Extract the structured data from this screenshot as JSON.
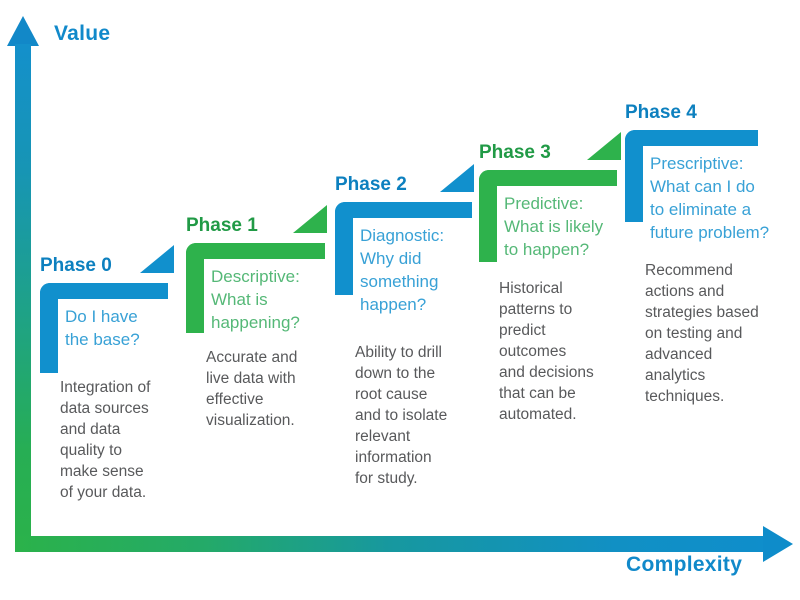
{
  "diagram": {
    "y_axis": {
      "label": "Value"
    },
    "x_axis": {
      "label": "Complexity"
    }
  },
  "colors": {
    "blue": "#1190cd",
    "blue_dark": "#0d80bf",
    "blue_light": "#38a1d6",
    "green": "#2eb24c",
    "green_dark": "#219a46",
    "green_light": "#55b877",
    "description_text": "#58595b"
  },
  "phases": [
    {
      "title": "Phase 0",
      "color": "blue",
      "question": "Do I have\nthe base?",
      "description": "Integration of\ndata sources\nand data\nquality to\nmake sense\nof your data."
    },
    {
      "title": "Phase 1",
      "color": "green",
      "question": "Descriptive:\nWhat is\nhappening?",
      "description": "Accurate and\nlive data with\neffective\nvisualization."
    },
    {
      "title": "Phase 2",
      "color": "blue",
      "question": "Diagnostic:\nWhy did\nsomething\nhappen?",
      "description": "Ability to drill\ndown to the\nroot cause\nand to isolate\nrelevant\ninformation\nfor study."
    },
    {
      "title": "Phase 3",
      "color": "green",
      "question": "Predictive:\nWhat is likely\nto happen?",
      "description": "Historical\npatterns to\npredict\noutcomes\nand decisions\nthat can be\nautomated."
    },
    {
      "title": "Phase 4",
      "color": "blue",
      "question": "Prescriptive:\nWhat can I do\nto eliminate a\nfuture problem?",
      "description": "Recommend\nactions and\nstrategies based\non testing and\nadvanced\nanalytics\ntechniques."
    }
  ]
}
